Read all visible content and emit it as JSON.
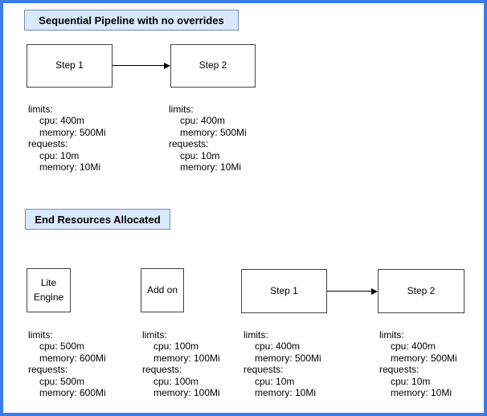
{
  "colors": {
    "frame_border": "#3b7cec",
    "title_fill": "#dae8fc",
    "title_border": "#6c8ebf",
    "node_fill": "#ffffff",
    "node_border": "#424242",
    "arrow": "#000000",
    "text": "#000000"
  },
  "sections": [
    {
      "title": "Sequential Pipeline with no overrides",
      "nodes": [
        {
          "label": "Step 1"
        },
        {
          "label": "Step 2"
        }
      ],
      "resources": [
        {
          "limits_header": "limits:",
          "limit_cpu": "cpu: 400m",
          "limit_memory": "memory: 500Mi",
          "requests_header": "requests:",
          "request_cpu": "cpu: 10m",
          "request_memory": "memory: 10Mi"
        },
        {
          "limits_header": "limits:",
          "limit_cpu": "cpu: 400m",
          "limit_memory": "memory: 500Mi",
          "requests_header": "requests:",
          "request_cpu": "cpu: 10m",
          "request_memory": "memory: 10Mi"
        }
      ]
    },
    {
      "title": "End Resources Allocated",
      "nodes": [
        {
          "label": "Lite Engine"
        },
        {
          "label": "Add on"
        },
        {
          "label": "Step 1"
        },
        {
          "label": "Step 2"
        }
      ],
      "resources": [
        {
          "limits_header": "limits:",
          "limit_cpu": "cpu: 500m",
          "limit_memory": "memory: 600Mi",
          "requests_header": "requests:",
          "request_cpu": "cpu: 500m",
          "request_memory": "memory: 600Mi"
        },
        {
          "limits_header": "limits:",
          "limit_cpu": "cpu: 100m",
          "limit_memory": "memory: 100Mi",
          "requests_header": "requests:",
          "request_cpu": "cpu: 100m",
          "request_memory": "memory: 100Mi"
        },
        {
          "limits_header": "limits:",
          "limit_cpu": "cpu: 400m",
          "limit_memory": "memory: 500Mi",
          "requests_header": "requests:",
          "request_cpu": "cpu: 10m",
          "request_memory": "memory: 10Mi"
        },
        {
          "limits_header": "limits:",
          "limit_cpu": "cpu: 400m",
          "limit_memory": "memory: 500Mi",
          "requests_header": "requests:",
          "request_cpu": "cpu: 10m",
          "request_memory": "memory: 10Mi"
        }
      ]
    }
  ]
}
